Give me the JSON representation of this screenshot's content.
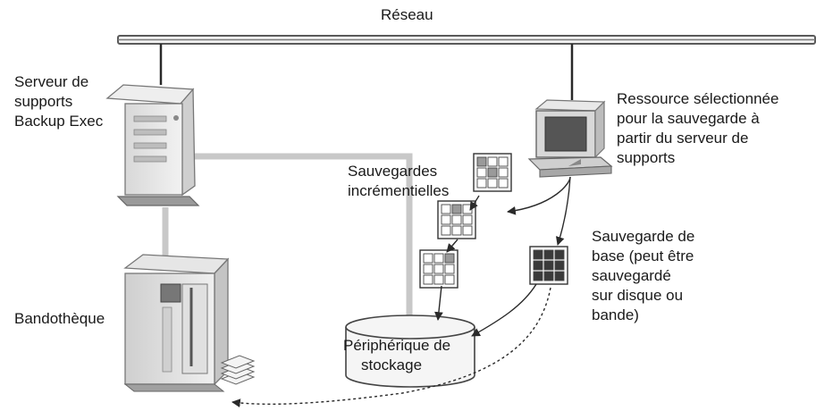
{
  "labels": {
    "network": "Réseau",
    "media_server": [
      "Serveur de",
      "supports",
      "Backup Exec"
    ],
    "selected_resource": [
      "Ressource sélectionnée",
      "pour la sauvegarde à",
      "partir du serveur de",
      "supports"
    ],
    "incremental_backups": [
      "Sauvegardes",
      "incrémentielles"
    ],
    "full_backup": [
      "Sauvegarde de",
      "base (peut être",
      "sauvegardé",
      "sur disque ou",
      "bande)"
    ],
    "tape_library": "Bandothèque",
    "storage_device": [
      "Périphérique de",
      "stockage"
    ]
  },
  "icons": {
    "server": "tower-server-icon",
    "workstation": "desktop-computer-icon",
    "library": "tape-library-icon",
    "storage": "disk-cylinder-icon",
    "tapes": "tape-stack-icon"
  },
  "colors": {
    "network_bar": "#5a5a5a",
    "connection": "#c8c8c8",
    "arrow": "#2a2a2a",
    "block_filled": "#3a3a3a",
    "block_partial": "#9a9a9a"
  }
}
